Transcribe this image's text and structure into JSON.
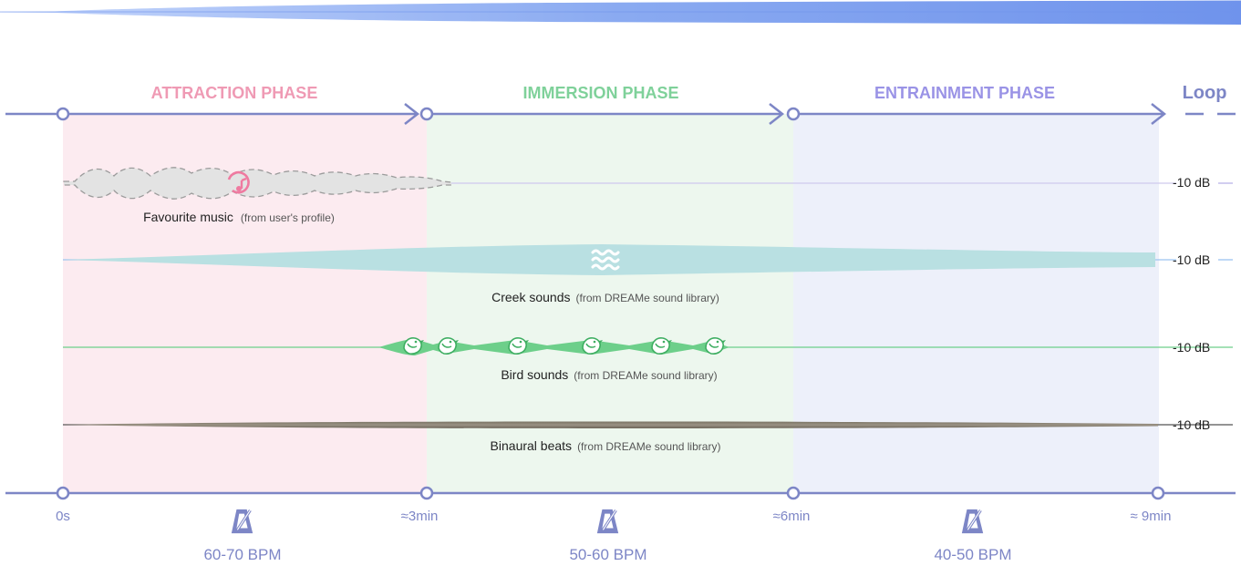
{
  "phases": [
    {
      "title": "ATTRACTION PHASE",
      "color": "#ef9ab4",
      "bg": "#fcebf0",
      "bpm": "60-70 BPM"
    },
    {
      "title": "IMMERSION PHASE",
      "color": "#7fd19a",
      "bg": "#edf7ee",
      "bpm": "50-60 BPM"
    },
    {
      "title": "ENTRAINMENT PHASE",
      "color": "#9a93e6",
      "bg": "#edf0fa",
      "bpm": "40-50 BPM"
    }
  ],
  "loop_label": "Loop",
  "time_markers": [
    "0s",
    "≈3min",
    "≈6min",
    "≈ 9min"
  ],
  "tracks": [
    {
      "name": "Favourite music",
      "source": "(from user's profile)",
      "db": "-10 dB",
      "color": "#b9b4e8"
    },
    {
      "name": "Creek sounds",
      "source": "(from DREAMe sound library)",
      "db": "-10 dB",
      "color": "#9cc4f0"
    },
    {
      "name": "Bird sounds",
      "source": "(from DREAMe sound library)",
      "db": "-10 dB",
      "color": "#5cc27a"
    },
    {
      "name": "Binaural beats",
      "source": "(from DREAMe sound library)",
      "db": "-10 dB",
      "color": "#555555"
    }
  ],
  "colors": {
    "axis": "#7d86c6",
    "top_wave": "#8fb0f2",
    "music_wave": "#e3e3e3",
    "creek_wave": "#b9e0e2",
    "bird_wave": "#6dcf8a",
    "binaural_wave": "#8e8578"
  },
  "icons": [
    "music-note-icon",
    "water-waves-icon",
    "bird-icon",
    "metronome-icon"
  ]
}
